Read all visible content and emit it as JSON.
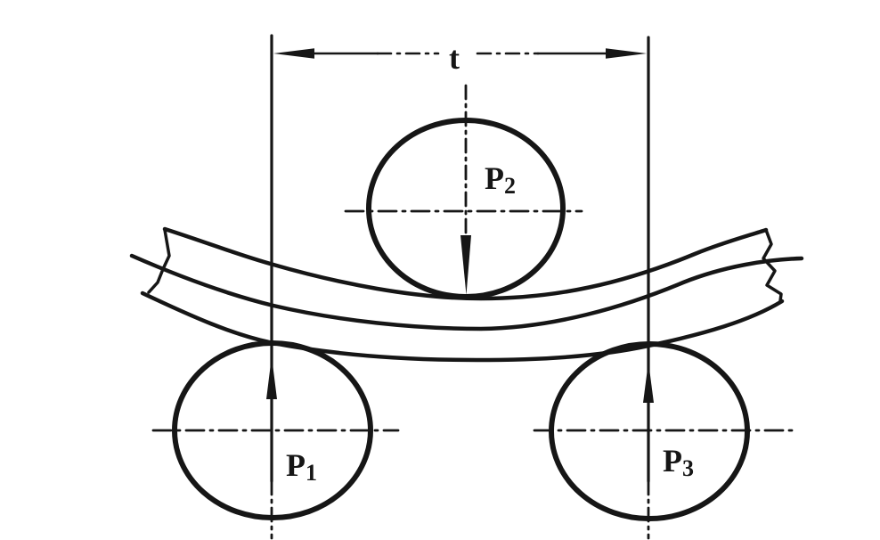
{
  "figure": {
    "background_color": "#ffffff",
    "ink_color": "#161616",
    "dimension": {
      "label": "t"
    },
    "rollers": [
      {
        "name": "bottom-left-roller",
        "label": "P",
        "subscript": "1"
      },
      {
        "name": "top-roller",
        "label": "P",
        "subscript": "2"
      },
      {
        "name": "bottom-right-roller",
        "label": "P",
        "subscript": "3"
      }
    ]
  }
}
